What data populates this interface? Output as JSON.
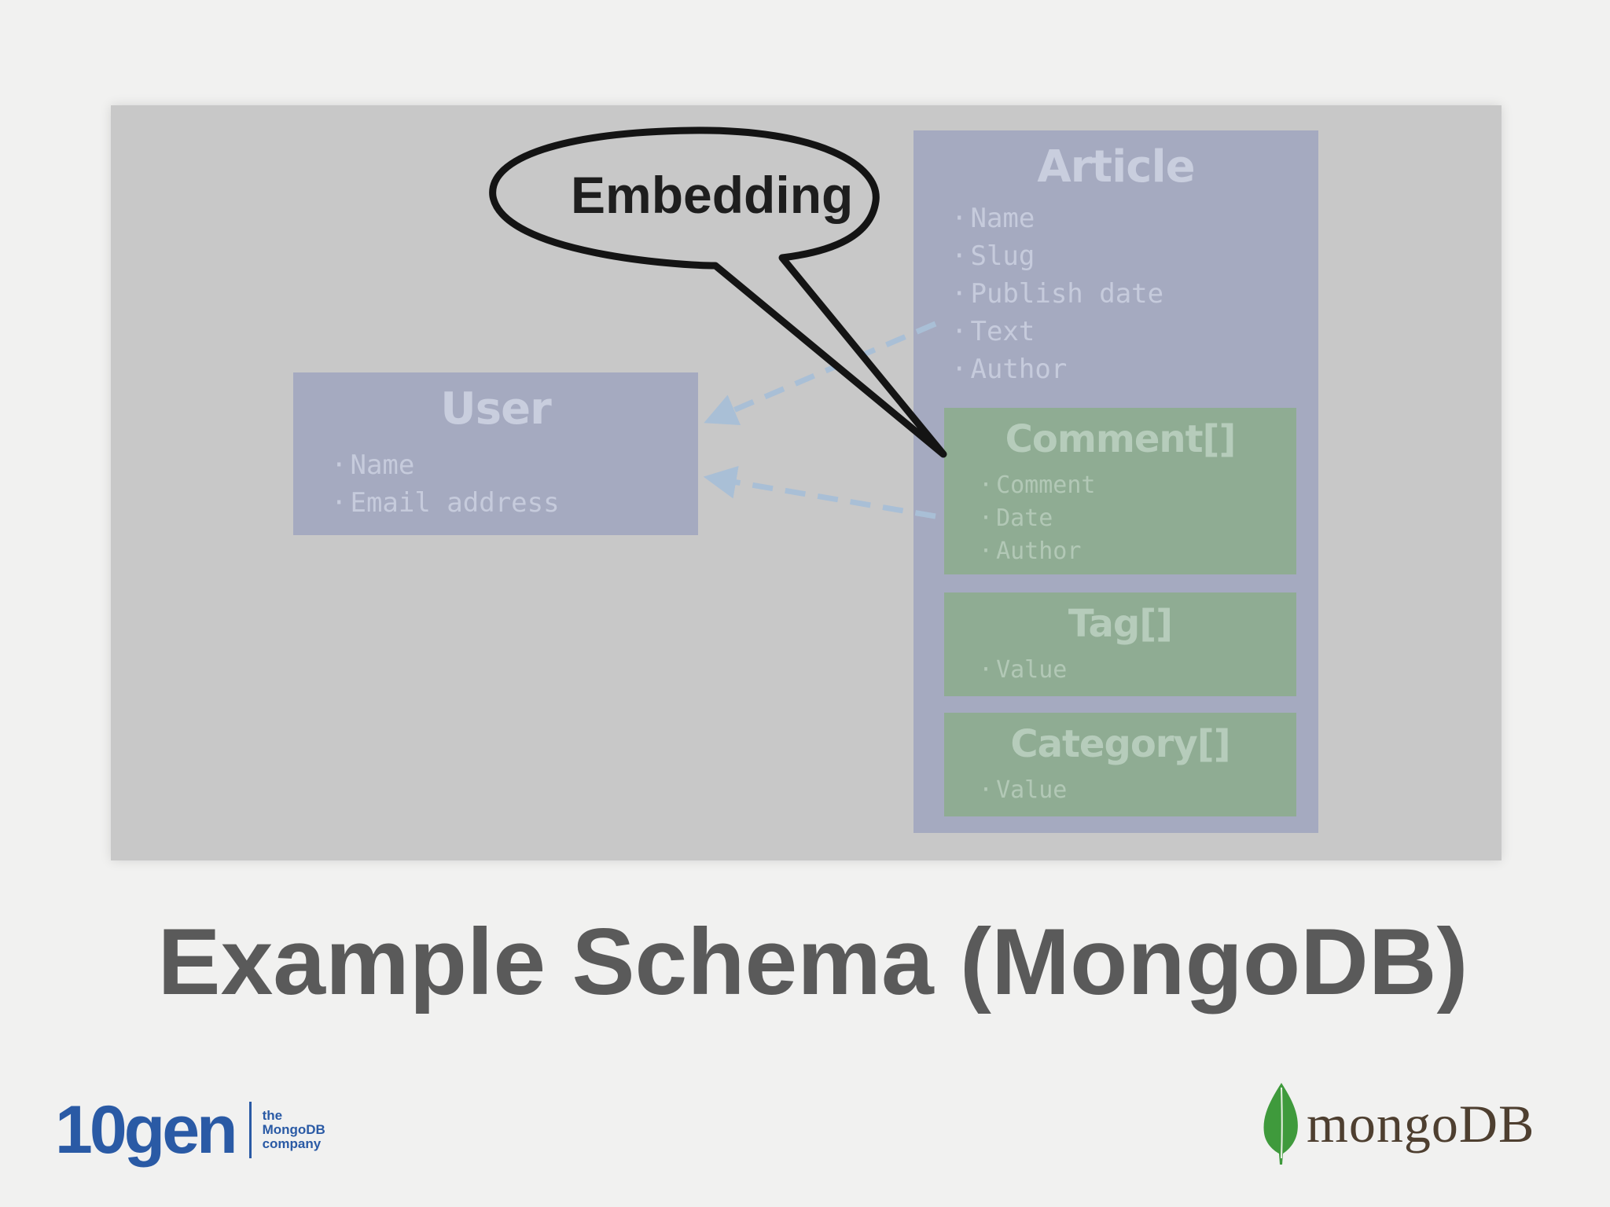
{
  "diagram": {
    "user": {
      "title": "User",
      "fields": [
        "Name",
        "Email address"
      ]
    },
    "article": {
      "title": "Article",
      "fields": [
        "Name",
        "Slug",
        "Publish date",
        "Text",
        "Author"
      ]
    },
    "comment": {
      "title": "Comment[]",
      "fields": [
        "Comment",
        "Date",
        "Author"
      ]
    },
    "tag": {
      "title": "Tag[]",
      "fields": [
        "Value"
      ]
    },
    "category": {
      "title": "Category[]",
      "fields": [
        "Value"
      ]
    },
    "callout": "Embedding"
  },
  "slide": {
    "title": "Example Schema (MongoDB)"
  },
  "logos": {
    "tengen": {
      "word": "10gen",
      "tagline": [
        "the",
        "MongoDB",
        "company"
      ]
    },
    "mongodb": {
      "word": "mongo",
      "word_suffix": "DB"
    }
  },
  "colors": {
    "entity_blue": "#a5aac0",
    "embedded_green": "#8fac93",
    "panel_gray": "#c8c8c8",
    "tengen_blue": "#2a5aa5",
    "mongo_leaf_green": "#3f9a3c"
  }
}
